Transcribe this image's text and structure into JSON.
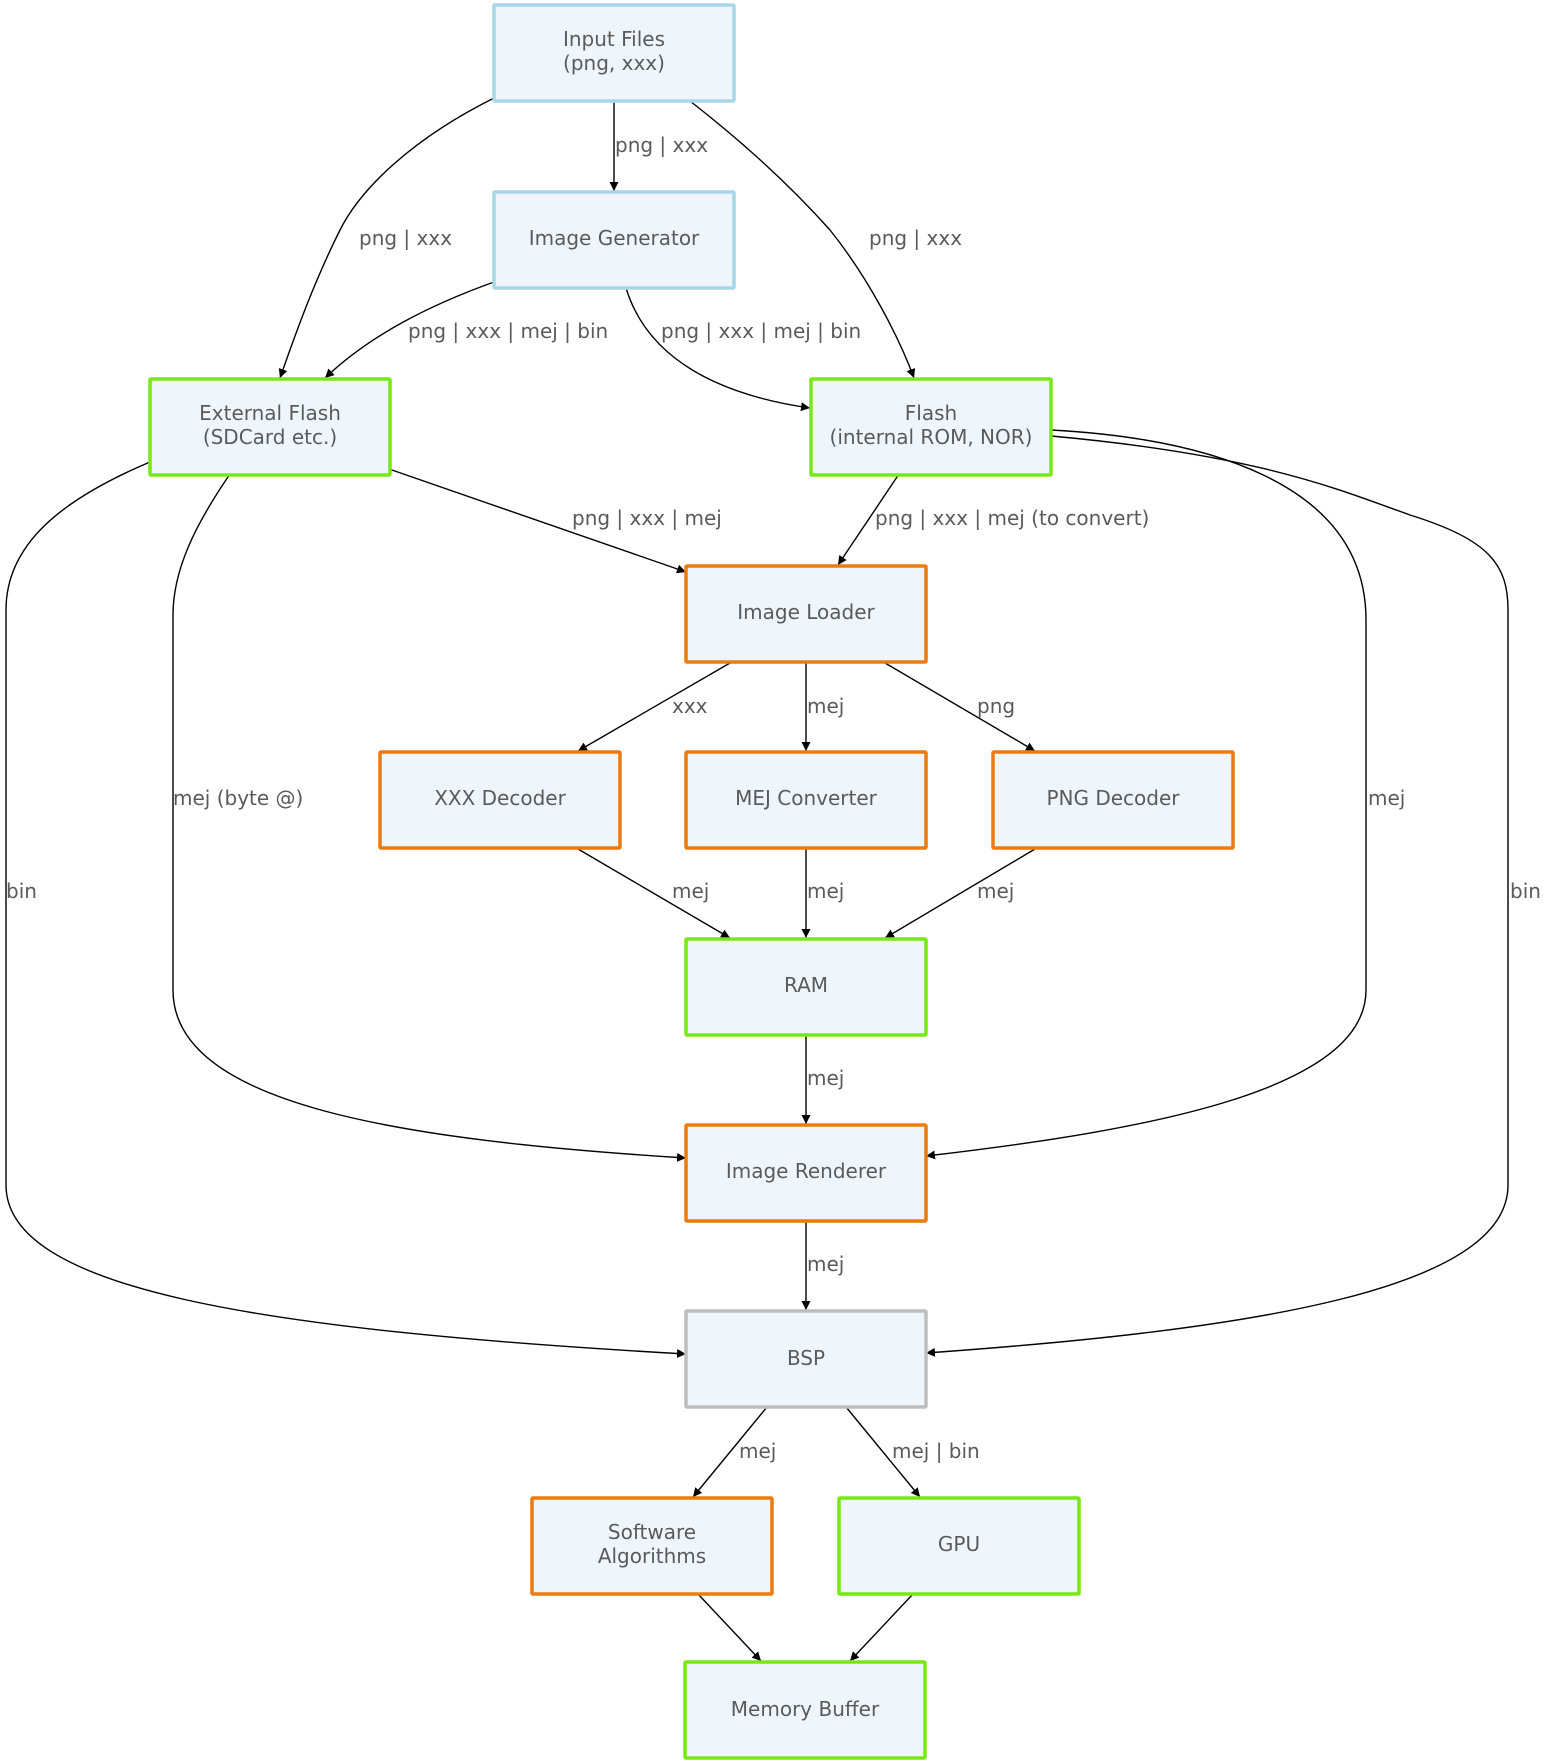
{
  "diagram": {
    "colors": {
      "source": "#a8d6e6",
      "storage": "#77e811",
      "processor": "#ec7a0f",
      "platform": "#bdbdbd",
      "fill": "#eef6fc",
      "text": "#5a5a5a",
      "edge": "#000000"
    },
    "nodes": {
      "input_files": {
        "lines": [
          "Input Files",
          "(png, xxx)"
        ],
        "kind": "source"
      },
      "image_generator": {
        "lines": [
          "Image Generator"
        ],
        "kind": "source"
      },
      "external_flash": {
        "lines": [
          "External Flash",
          "(SDCard etc.)"
        ],
        "kind": "storage"
      },
      "flash": {
        "lines": [
          "Flash",
          "(internal ROM, NOR)"
        ],
        "kind": "storage"
      },
      "image_loader": {
        "lines": [
          "Image Loader"
        ],
        "kind": "processor"
      },
      "xxx_decoder": {
        "lines": [
          "XXX Decoder"
        ],
        "kind": "processor"
      },
      "mej_converter": {
        "lines": [
          "MEJ Converter"
        ],
        "kind": "processor"
      },
      "png_decoder": {
        "lines": [
          "PNG Decoder"
        ],
        "kind": "processor"
      },
      "ram": {
        "lines": [
          "RAM"
        ],
        "kind": "storage"
      },
      "image_renderer": {
        "lines": [
          "Image Renderer"
        ],
        "kind": "processor"
      },
      "bsp": {
        "lines": [
          "BSP"
        ],
        "kind": "platform"
      },
      "software_algorithms": {
        "lines": [
          "Software",
          "Algorithms"
        ],
        "kind": "processor"
      },
      "gpu": {
        "lines": [
          "GPU"
        ],
        "kind": "storage"
      },
      "memory_buffer": {
        "lines": [
          "Memory Buffer"
        ],
        "kind": "storage"
      }
    },
    "edges": {
      "input_to_generator": {
        "from": "Input Files",
        "to": "Image Generator",
        "label": "png | xxx"
      },
      "input_to_extflash": {
        "from": "Input Files",
        "to": "External Flash",
        "label": "png | xxx"
      },
      "input_to_flash": {
        "from": "Input Files",
        "to": "Flash",
        "label": "png | xxx"
      },
      "generator_to_extflash": {
        "from": "Image Generator",
        "to": "External Flash",
        "label": "png | xxx | mej | bin"
      },
      "generator_to_flash": {
        "from": "Image Generator",
        "to": "Flash",
        "label": "png | xxx | mej | bin"
      },
      "extflash_to_loader": {
        "from": "External Flash",
        "to": "Image Loader",
        "label": "png | xxx | mej"
      },
      "flash_to_loader": {
        "from": "Flash",
        "to": "Image Loader",
        "label": "png | xxx | mej (to convert)"
      },
      "extflash_to_bsp": {
        "from": "External Flash",
        "to": "BSP",
        "label": "bin"
      },
      "extflash_to_renderer": {
        "from": "External Flash",
        "to": "Image Renderer",
        "label": "mej (byte @)"
      },
      "flash_to_renderer": {
        "from": "Flash",
        "to": "Image Renderer",
        "label": "mej"
      },
      "flash_to_bsp": {
        "from": "Flash",
        "to": "BSP",
        "label": "bin"
      },
      "loader_to_xxx": {
        "from": "Image Loader",
        "to": "XXX Decoder",
        "label": "xxx"
      },
      "loader_to_mej": {
        "from": "Image Loader",
        "to": "MEJ Converter",
        "label": "mej"
      },
      "loader_to_png": {
        "from": "Image Loader",
        "to": "PNG Decoder",
        "label": "png"
      },
      "xxx_to_ram": {
        "from": "XXX Decoder",
        "to": "RAM",
        "label": "mej"
      },
      "mej_to_ram": {
        "from": "MEJ Converter",
        "to": "RAM",
        "label": "mej"
      },
      "png_to_ram": {
        "from": "PNG Decoder",
        "to": "RAM",
        "label": "mej"
      },
      "ram_to_renderer": {
        "from": "RAM",
        "to": "Image Renderer",
        "label": "mej"
      },
      "renderer_to_bsp": {
        "from": "Image Renderer",
        "to": "BSP",
        "label": "mej"
      },
      "bsp_to_software": {
        "from": "BSP",
        "to": "Software Algorithms",
        "label": "mej"
      },
      "bsp_to_gpu": {
        "from": "BSP",
        "to": "GPU",
        "label": "mej | bin"
      },
      "software_to_buffer": {
        "from": "Software Algorithms",
        "to": "Memory Buffer",
        "label": ""
      },
      "gpu_to_buffer": {
        "from": "GPU",
        "to": "Memory Buffer",
        "label": ""
      }
    }
  }
}
